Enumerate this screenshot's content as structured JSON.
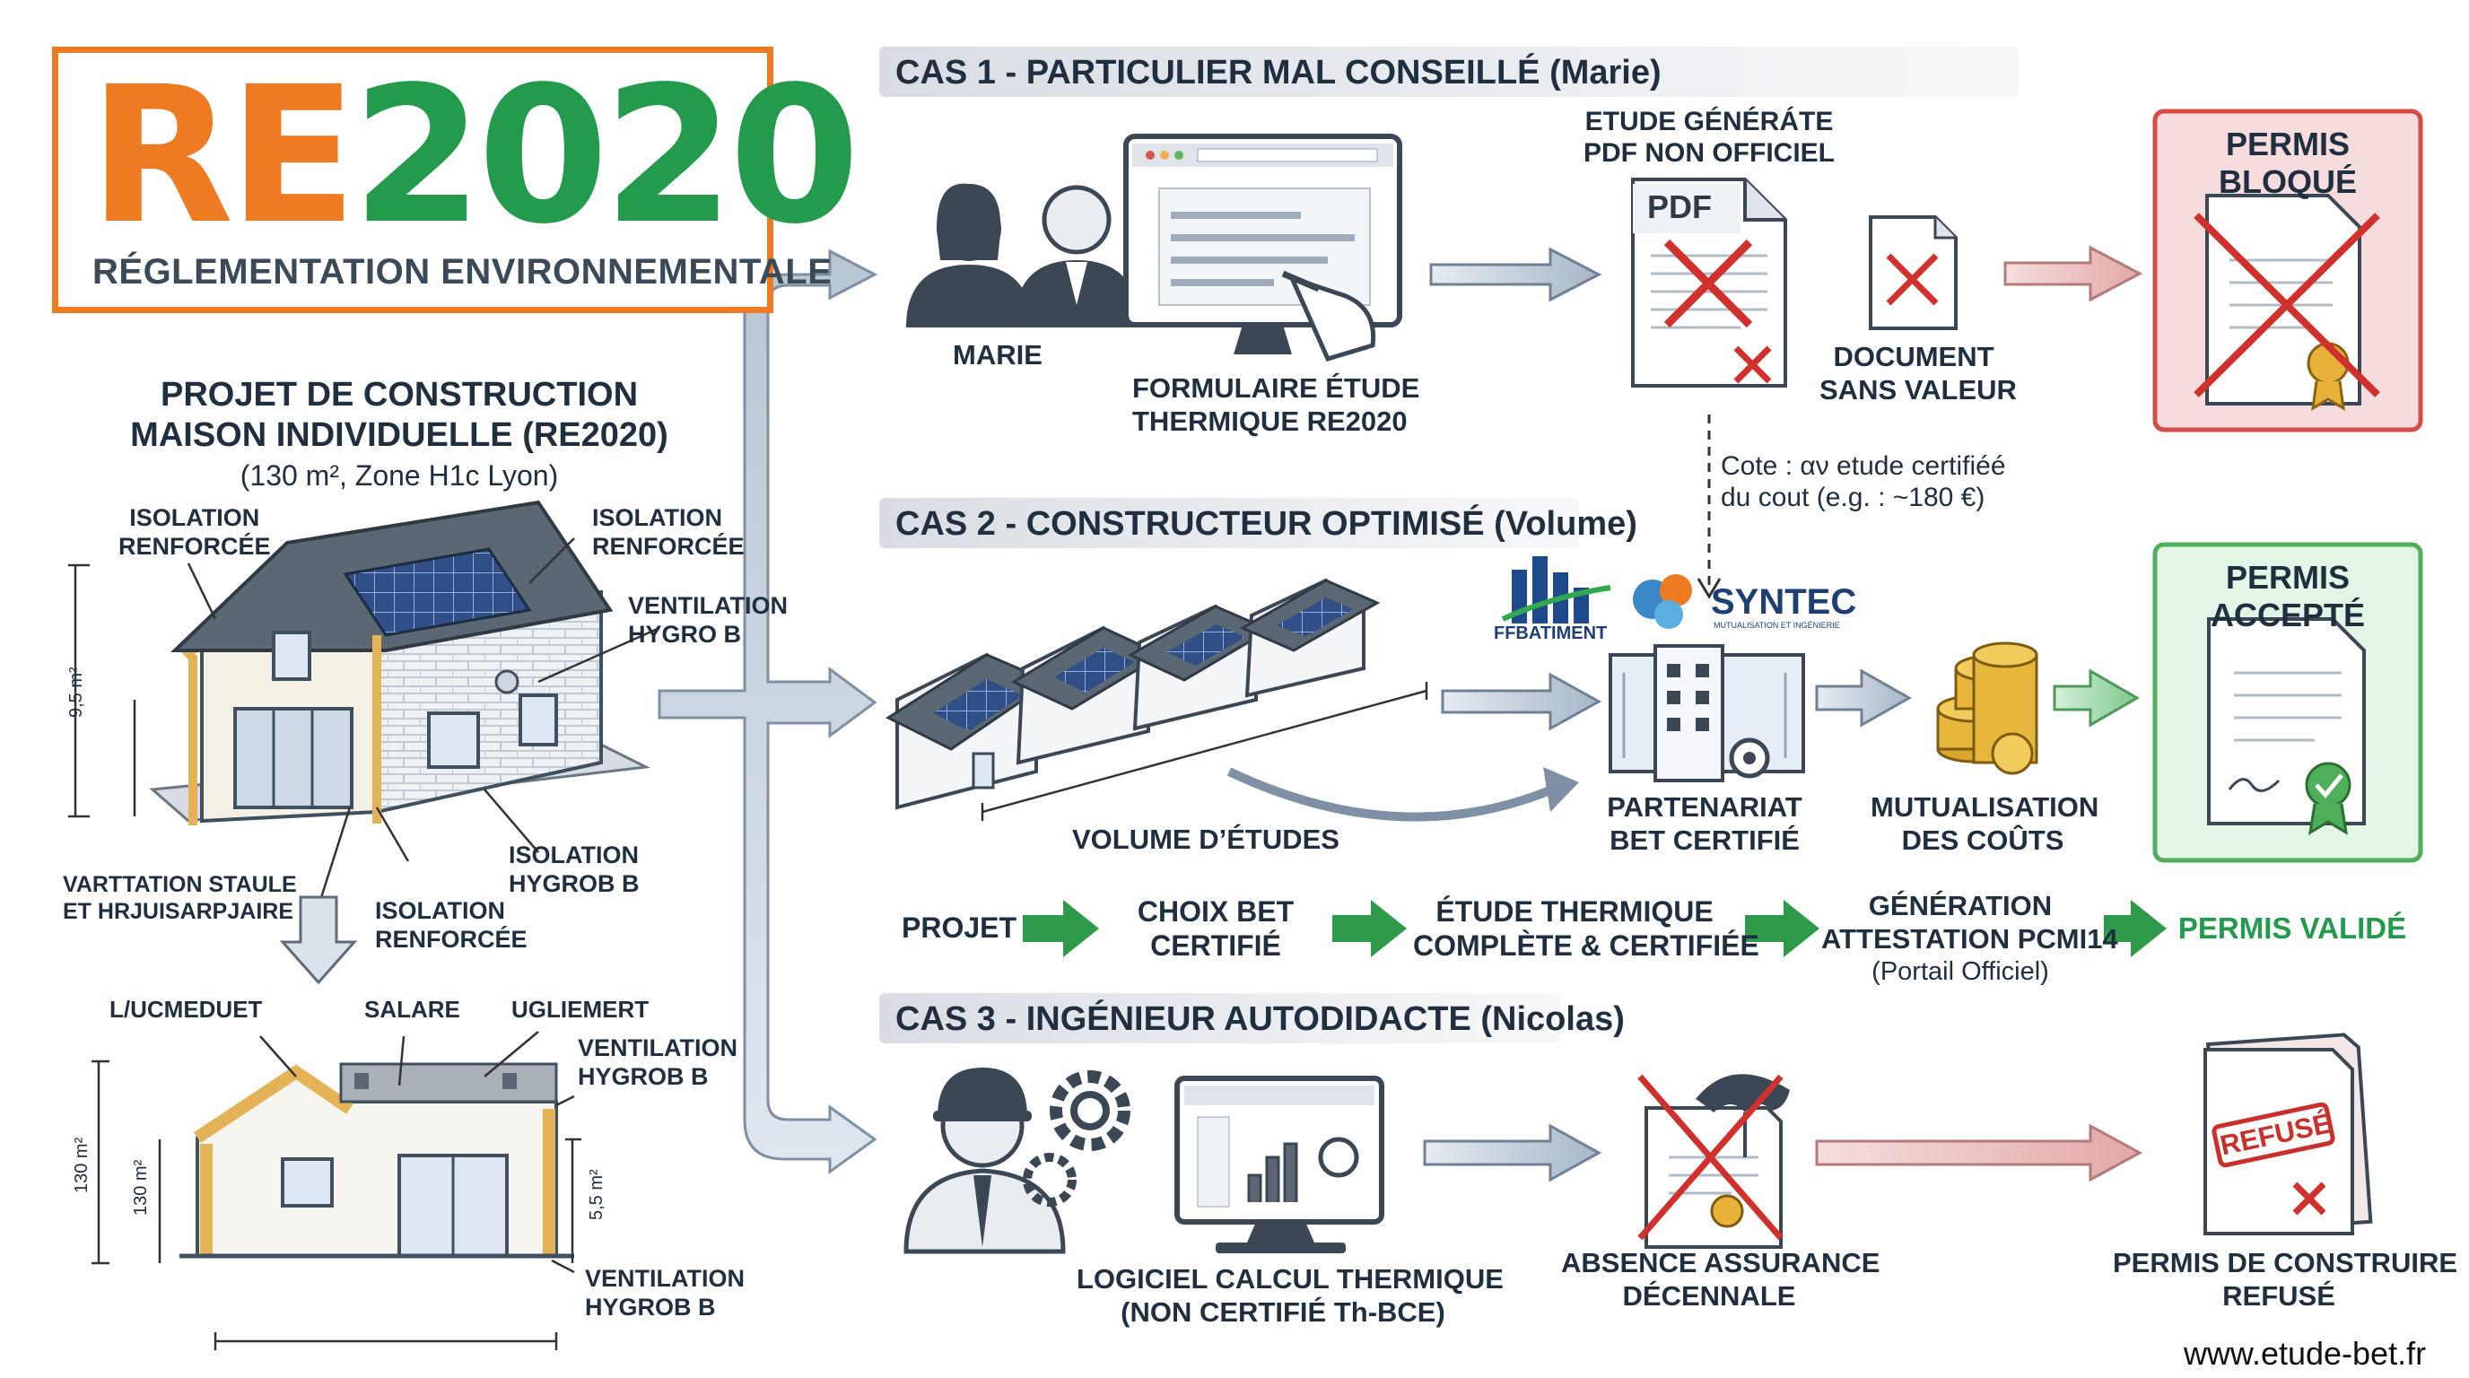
{
  "logo": {
    "part_a": "RE",
    "part_b": "2020",
    "subtitle": "RÉGLEMENTATION ENVIRONNEMENTALE"
  },
  "project": {
    "title_line1": "PROJET DE CONSTRUCTION",
    "title_line2": "MAISON INDIVIDUELLE (RE2020)",
    "subtitle": "(130 m², Zone H1c Lyon)"
  },
  "house_labels": {
    "isolation_left": "ISOLATION\nRENFORCÉE",
    "isolation_right": "ISOLATION\nRENFORCÉE",
    "ventilation": "VENTILATION\nHYGRO B",
    "isolation_hygro": "ISOLATION\nHYGROB B",
    "ventilation_stat": "VARTTATION STAULE\nET HRJUISARPJAIRE",
    "isolation_bottom": "ISOLATION\nRENFORCÉE",
    "dim_height": "9,5 m²"
  },
  "section_labels": {
    "left": "L/UCMEDUET",
    "middle": "SALARE",
    "right": "UGLIEMERT",
    "ventilation_top": "VENTILATION\nHYGROB B",
    "ventilation_bottom": "VENTILATION\nHYGROB B",
    "dim_outer": "130 m²",
    "dim_inner": "130 m²",
    "dim_right": "5,5 m²"
  },
  "case1": {
    "banner": "CAS 1 - PARTICULIER MAL CONSEILLÉ (Marie)",
    "person": "MARIE",
    "form": "FORMULAIRE ÉTUDE\nTHERMIQUE RE2020",
    "pdf_label": "ETUDE GÉNÉRÁTE\nPDF NON OFFICIEL",
    "pdf_text": "PDF",
    "doc": "DOCUMENT\nSANS VALEUR",
    "result": "PERMIS BLOQUÉ",
    "note": "Cote : αν etude certifiéé\ndu cout (e.g. : ~180 €)"
  },
  "case2": {
    "banner": "CAS 2 - CONSTRUCTEUR OPTIMISÉ (Volume)",
    "volume": "VOLUME D’ÉTUDES",
    "ffb": "FFBATIMENT",
    "syntec": "SYNTEC",
    "syntec_sub": "MUTUALISATION ET INGÉNIERIE",
    "partner": "PARTENARIAT\nBET CERTIFIÉ",
    "mutual": "MUTUALISATION\nDES COÛTS",
    "result": "PERMIS ACCEPTÉ"
  },
  "process": {
    "steps": [
      "PROJET",
      "CHOIX BET\nCERTIFIÉ",
      "ÉTUDE THERMIQUE\nCOMPLÈTE & CERTIFIÉE",
      "GÉNÉRATION\nATTESTATION PCMI14",
      "PERMIS VALIDÉ"
    ],
    "portal": "(Portail Officiel)"
  },
  "case3": {
    "banner": "CAS 3 - INGÉNIEUR AUTODIDACTE (Nicolas)",
    "software": "LOGICIEL CALCUL THERMIQUE\n(NON CERTIFIÉ Th-BCE)",
    "insurance": "ABSENCE ASSURANCE\nDÉCENNALE",
    "refused_stamp": "REFUSÉ",
    "result": "PERMIS DE CONSTRUIRE\nREFUSÉ"
  },
  "footer": {
    "url": "www.etude-bet.fr"
  },
  "colors": {
    "orange": "#ee7a22",
    "green": "#239a4c",
    "red_box": "#d9534f",
    "green_box": "#5cb85c",
    "arrow": "#9aa9bb"
  }
}
